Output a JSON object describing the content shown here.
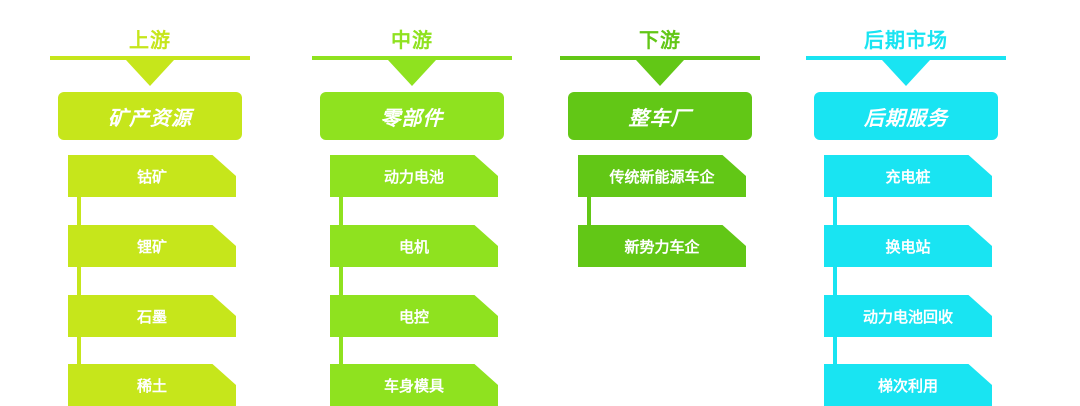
{
  "stages": [
    {
      "title": "上游",
      "color": "#c6e61b",
      "header": "矿产资源",
      "items": [
        "钴矿",
        "锂矿",
        "石墨",
        "稀土"
      ]
    },
    {
      "title": "中游",
      "color": "#8fe21f",
      "header": "零部件",
      "items": [
        "动力电池",
        "电机",
        "电控",
        "车身模具"
      ]
    },
    {
      "title": "下游",
      "color": "#62c716",
      "header": "整车厂",
      "items": [
        "传统新能源车企",
        "新势力车企"
      ]
    },
    {
      "title": "后期市场",
      "color": "#19e4f2",
      "header": "后期服务",
      "items": [
        "充电桩",
        "换电站",
        "动力电池回收",
        "梯次利用"
      ]
    }
  ]
}
